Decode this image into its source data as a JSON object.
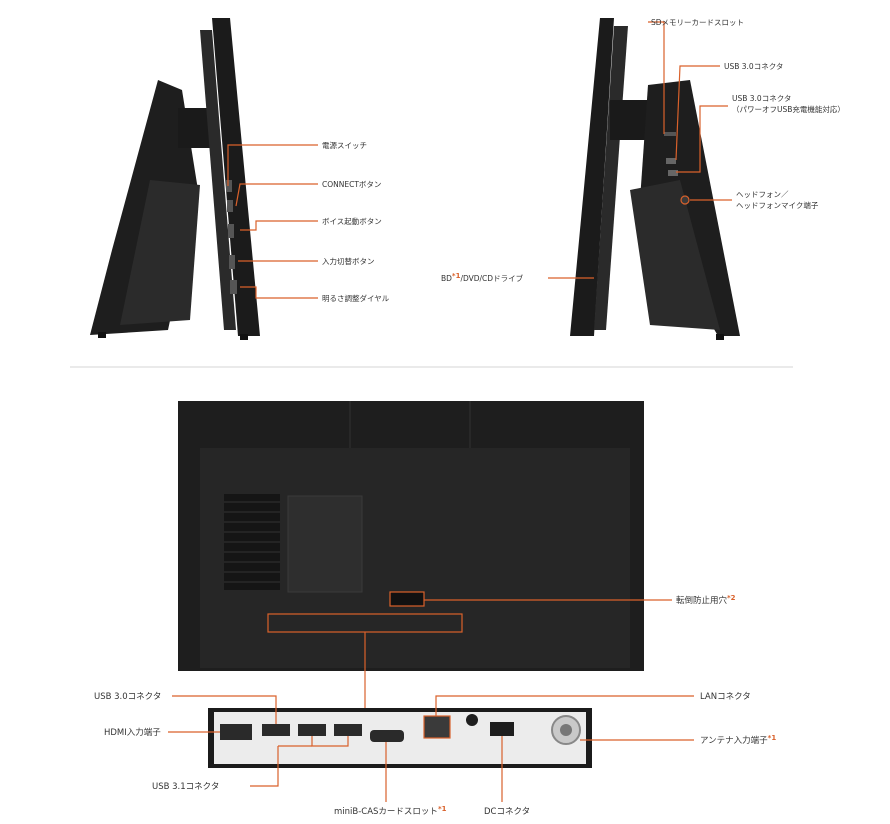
{
  "colors": {
    "accent": "#d9612b",
    "device_body": "#1e1e1e",
    "device_panel": "#2a2a2a",
    "port_panel": "#ececec",
    "label_text": "#333333",
    "separator": "#d6d6d6"
  },
  "left_side_labels": {
    "power": "電源スイッチ",
    "connect": "CONNECTボタン",
    "voice": "ボイス起動ボタン",
    "input": "入力切替ボタン",
    "brightness": "明るさ調整ダイヤル"
  },
  "right_side_labels": {
    "sd": "SDメモリーカードスロット",
    "usb30": "USB 3.0コネクタ",
    "usb30_power_line1": "USB 3.0コネクタ",
    "usb30_power_line2": "（パワーオフUSB充電機能対応）",
    "headphone_line1": "ヘッドフォン／",
    "headphone_line2": "ヘッドフォンマイク端子",
    "optical": "BD",
    "optical_note": "*1",
    "optical_rest": "/DVD/CDドライブ"
  },
  "rear_labels": {
    "anti_tip": "転倒防止用穴",
    "anti_tip_note": "*2",
    "usb30": "USB 3.0コネクタ",
    "hdmi_in": "HDMI入力端子",
    "usb31": "USB 3.1コネクタ",
    "minibcas": "miniB-CASカードスロット",
    "minibcas_note": "*1",
    "dc": "DCコネクタ",
    "lan": "LANコネクタ",
    "antenna": "アンテナ入力端子",
    "antenna_note": "*1"
  },
  "icons": {
    "device_left": "all-in-one-pc-left-side",
    "device_right": "all-in-one-pc-right-side",
    "device_rear": "all-in-one-pc-rear",
    "port_panel": "rear-io-port-panel"
  }
}
